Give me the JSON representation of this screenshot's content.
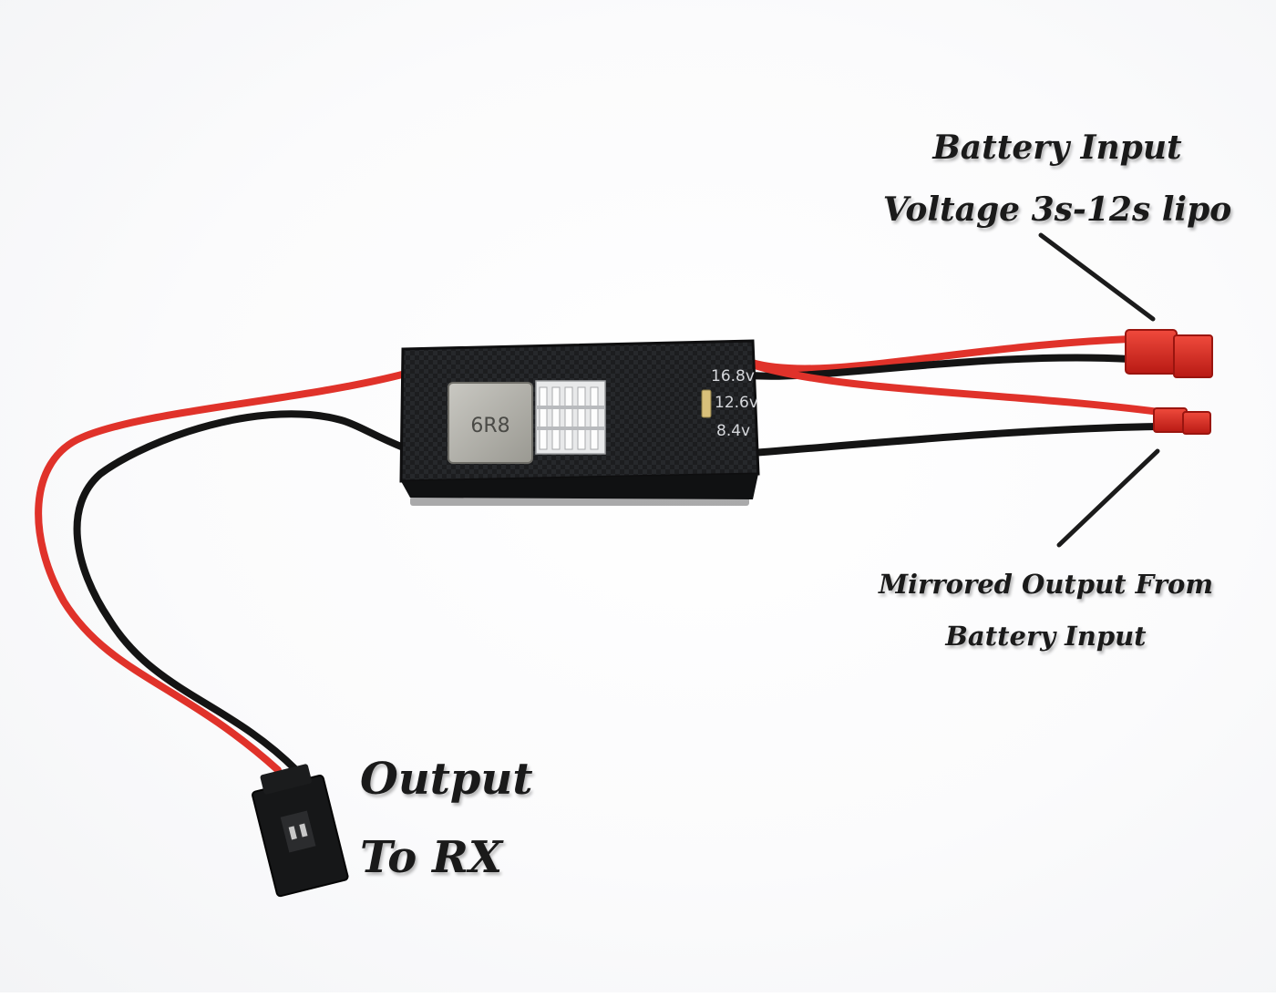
{
  "callouts": {
    "battery_input": {
      "line1": "Battery Input",
      "line2": "Voltage 3s-12s lipo"
    },
    "mirrored_output": {
      "line1": "Mirrored Output From",
      "line2": "Battery Input"
    },
    "rx_output": {
      "line1": "Output",
      "line2": "To RX"
    }
  },
  "module": {
    "inductor_marking": "6R8",
    "voltage_labels": [
      "16.8v",
      "12.6v",
      "8.4v"
    ]
  },
  "colors": {
    "wire_red": "#e0322a",
    "wire_black": "#141414",
    "board": "#1b1c1e",
    "connector_red": "#d9271f",
    "background": "#ffffff"
  }
}
